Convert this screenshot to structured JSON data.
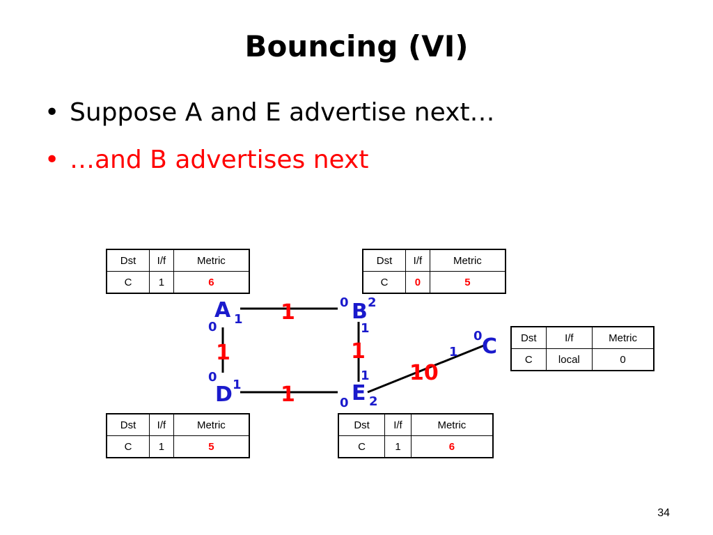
{
  "slide": {
    "title": "Bouncing (VI)",
    "bullets": [
      {
        "text": "Suppose A and E advertise next…",
        "color": "#000000"
      },
      {
        "text": "…and B advertises next",
        "color": "#ff0000"
      }
    ],
    "bullet_symbol": "•",
    "page_number": "34"
  },
  "diagram": {
    "nodes": {
      "A": "A",
      "B": "B",
      "C": "C",
      "D": "D",
      "E": "E"
    },
    "ports": {
      "A_right": "1",
      "A_down": "0",
      "B_left": "0",
      "B_right": "2",
      "B_down": "1",
      "C_left": "1",
      "C_top": "0",
      "D_up": "0",
      "D_right": "1",
      "E_left": "0",
      "E_up": "1",
      "E_right": "2"
    },
    "costs": {
      "AB": "1",
      "AD": "1",
      "BE": "1",
      "DE": "1",
      "EC": "10"
    },
    "node_color": "#1a1acc",
    "cost_color": "#ff0000"
  },
  "tables": {
    "headers": [
      "Dst",
      "I/f",
      "Metric"
    ],
    "A": {
      "dst": "C",
      "if": "1",
      "metric": "6",
      "highlight": [
        "metric"
      ]
    },
    "B": {
      "dst": "C",
      "if": "0",
      "metric": "5",
      "highlight": [
        "if",
        "metric"
      ]
    },
    "C": {
      "dst": "C",
      "if": "local",
      "metric": "0",
      "highlight": []
    },
    "D": {
      "dst": "C",
      "if": "1",
      "metric": "5",
      "highlight": [
        "metric"
      ]
    },
    "E": {
      "dst": "C",
      "if": "1",
      "metric": "6",
      "highlight": [
        "metric"
      ]
    }
  }
}
